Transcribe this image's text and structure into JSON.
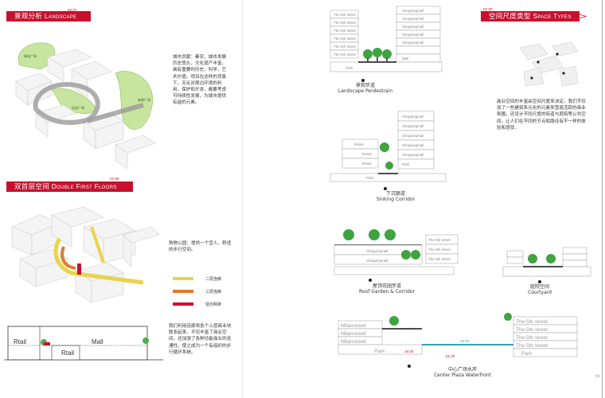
{
  "sections": {
    "landscape": {
      "code": "02-07",
      "title_zh": "景观分析",
      "title_en": "Landscape"
    },
    "double_first": {
      "code": "02-08",
      "title_zh": "双首层空间",
      "title_en": "Double First Floors"
    },
    "space_types": {
      "code": "02-09",
      "title_zh": "空间尺度类型",
      "title_en": "Space Types"
    }
  },
  "landscape_text": "城市贡献：秦安，城市发展历史悠久，文化遗产丰富，具有重要的历史，科学，艺术价值。项目在这样的背景下，无论对周边环境的利用，保护和开发，都要考虑可持续性发展，为城市提供有益的元素。",
  "shopping_park_text": "购物公园：提供一个宜人、舒适的步行空间。",
  "double_first_text": "我们利用连廊将各个上层商业块联系起来，不仅丰富了商业空间，还加强了各种功能商业的连通性，使之成为一个有组织的步行循环系统。",
  "space_types_text": "商业空间的丰富由空间尺度来决定，我们不仅加了一些建筑系元化的元素来营造活跃的商业氛围，还设计不同尺度的街道与庭院等公共空间，让人们在不同的节点和路径有不一样的体验和感受。",
  "legend": [
    {
      "label": "二层连廊",
      "color": "#e9d34a"
    },
    {
      "label": "三层连廊",
      "color": "#e07a2a"
    },
    {
      "label": "竖向明排",
      "color": "#c8102e"
    }
  ],
  "map_labels": {
    "green1": "绿化广场",
    "green2": "体育广场",
    "green3": "历史广场"
  },
  "captions": {
    "landscape_pedestrain": {
      "zh": "景观步道",
      "en": "Landscape Perdestrain"
    },
    "sinking_corridor": {
      "zh": "下沉廊道",
      "en": "Sinking Corridor"
    },
    "roof_garden": {
      "zh": "屋顶花园步道",
      "en": "Roof Garden & Corridor"
    },
    "courtyard": {
      "zh": "庭院空间",
      "en": "Courtyard"
    },
    "center_plaza": {
      "zh": "中心广场水岸",
      "en": "Center Plaza Waterfront"
    }
  },
  "elev_labels": {
    "fifth_street": "The 5th street",
    "shopping_mall": "Shoppingmall",
    "mall": "Mall",
    "retail": "Retail",
    "park": "Park",
    "rtail": "Rtail",
    "milan_street": "Milanstreet"
  },
  "dims": {
    "waterfront_left": "16.00",
    "waterfront_mid": "26.00",
    "waterfront_span": "61.00"
  },
  "page_edge_label": "AA"
}
